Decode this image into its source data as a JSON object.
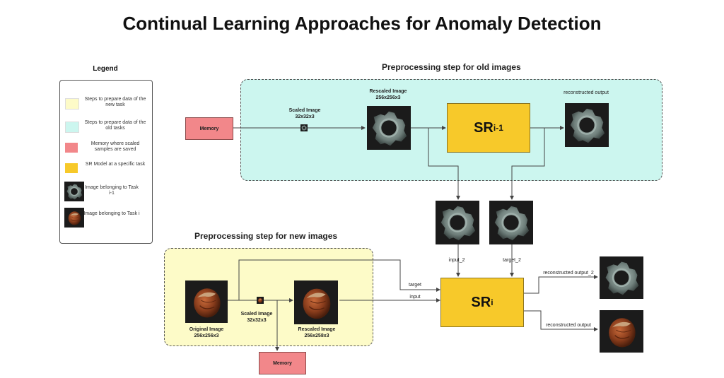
{
  "title": "Continual Learning Approaches for Anomaly Detection",
  "legend": {
    "title": "Legend",
    "items": [
      {
        "text": "Steps to prepare data of the new task",
        "color": "#fdfbc8"
      },
      {
        "text": "Steps to prepare data of the old tasks",
        "color": "#ccf6ef"
      },
      {
        "text": "Memory where scaled samples are saved",
        "color": "#f2878a"
      },
      {
        "text": "SR Model at a specific task",
        "color": "#f7c92a"
      },
      {
        "text": "Image belonging to Task i-1",
        "icon": "gear-part-icon"
      },
      {
        "text": "Image belonging to Task i",
        "icon": "hazelnut-icon"
      }
    ]
  },
  "old": {
    "region_label": "Preprocessing step for old images",
    "memory_label": "Memory",
    "scaled_label": "Scaled Image",
    "scaled_dims": "32x32x3",
    "rescaled_label": "Rescaled Image",
    "rescaled_dims": "256x256x3",
    "sr_base": "SR",
    "sr_sub": "i-1",
    "output_label": "reconstructed output"
  },
  "new": {
    "region_label": "Preprocessing step for new images",
    "original_label": "Original Image",
    "original_dims": "256x256x3",
    "scaled_label": "Scaled Image",
    "scaled_dims": "32x32x3",
    "rescaled_label": "Rescaled Image",
    "rescaled_dims": "256x258x3",
    "memory_label": "Memory"
  },
  "model": {
    "sr_base": "SR",
    "sr_sub": "i",
    "input2_label": "input_2",
    "target2_label": "target_2",
    "target_label": "target",
    "input_label": "input",
    "output2_label": "reconstructed output_2",
    "output_label": "reconstructed output"
  },
  "colors": {
    "new_region": "#fdfbc8",
    "old_region": "#ccf6ef",
    "memory": "#f2878a",
    "sr": "#f7c92a"
  }
}
